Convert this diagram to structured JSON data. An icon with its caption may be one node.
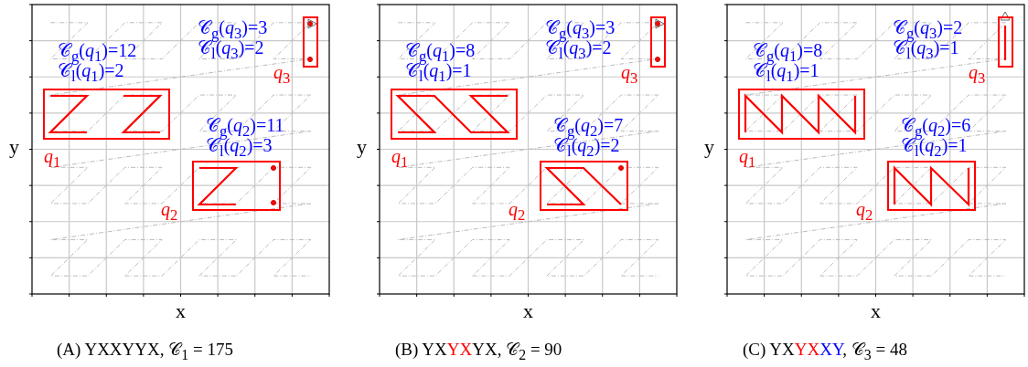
{
  "diagram": {
    "nodes": [
      {
        "text": [
          "*q*$_{1}$"
        ],
        "beside": [
          "𝒞$_{g}$(*q*$_{1}$)=12",
          "𝒞$_{l}$(*q*$_{1}$)=2"
        ]
      },
      {
        "text": [
          "*q*$_{2}$"
        ],
        "beside": [
          "𝒞$_{g}$(*q*$_{2}$)=11",
          "𝒞$_{l}$(*q*$_{2}$)=3"
        ]
      },
      {
        "text": [
          "*q*$_{3}$"
        ],
        "beside": [
          "𝒞$_{g}$(*q*$_{3}$)=3",
          "𝒞$_{l}$(*q*$_{3}$)=2"
        ]
      },
      {
        "text": [
          "*q*$_{1}$"
        ],
        "beside": [
          "𝒞$_{g}$(*q*$_{1}$)=8",
          "𝒞$_{l}$(*q*$_{1}$)=1"
        ]
      },
      {
        "text": [
          "*q*$_{2}$"
        ],
        "beside": [
          "𝒞$_{g}$(*q*$_{2}$)=7",
          "𝒞$_{l}$(*q*$_{2}$)=2"
        ]
      },
      {
        "text": [
          "*q*$_{3}$"
        ],
        "beside": [
          "𝒞$_{g}$(*q*$_{3}$)=3",
          "𝒞$_{l}$(*q*$_{3}$)=2"
        ]
      },
      {
        "text": [
          "*q*$_{1}$"
        ],
        "beside": [
          "𝒞$_{g}$(*q*$_{1}$)=8",
          "𝒞$_{l}$(*q*$_{1}$)=1"
        ]
      },
      {
        "text": [
          "*q*$_{2}$"
        ],
        "beside": [
          "𝒞$_{g}$(*q*$_{2}$)=6",
          "𝒞$_{l}$(*q*$_{2}$)=1"
        ]
      },
      {
        "text": [
          "*q*$_{3}$"
        ],
        "beside": [
          "𝒞$_{g}$(*q*$_{3}$)=2",
          "𝒞$_{l}$(*q*$_{3}$)=1"
        ]
      }
    ],
    "labels": [
      "y",
      "x",
      "y",
      "x",
      "y",
      "x",
      "(A) YXXYYX, 𝒞$_{1}$ = 175",
      "(B) YXYXYX, 𝒞$_{2}$ = 90",
      "(C) YXYXXY, 𝒞$_{3}$ = 48"
    ]
  }
}
